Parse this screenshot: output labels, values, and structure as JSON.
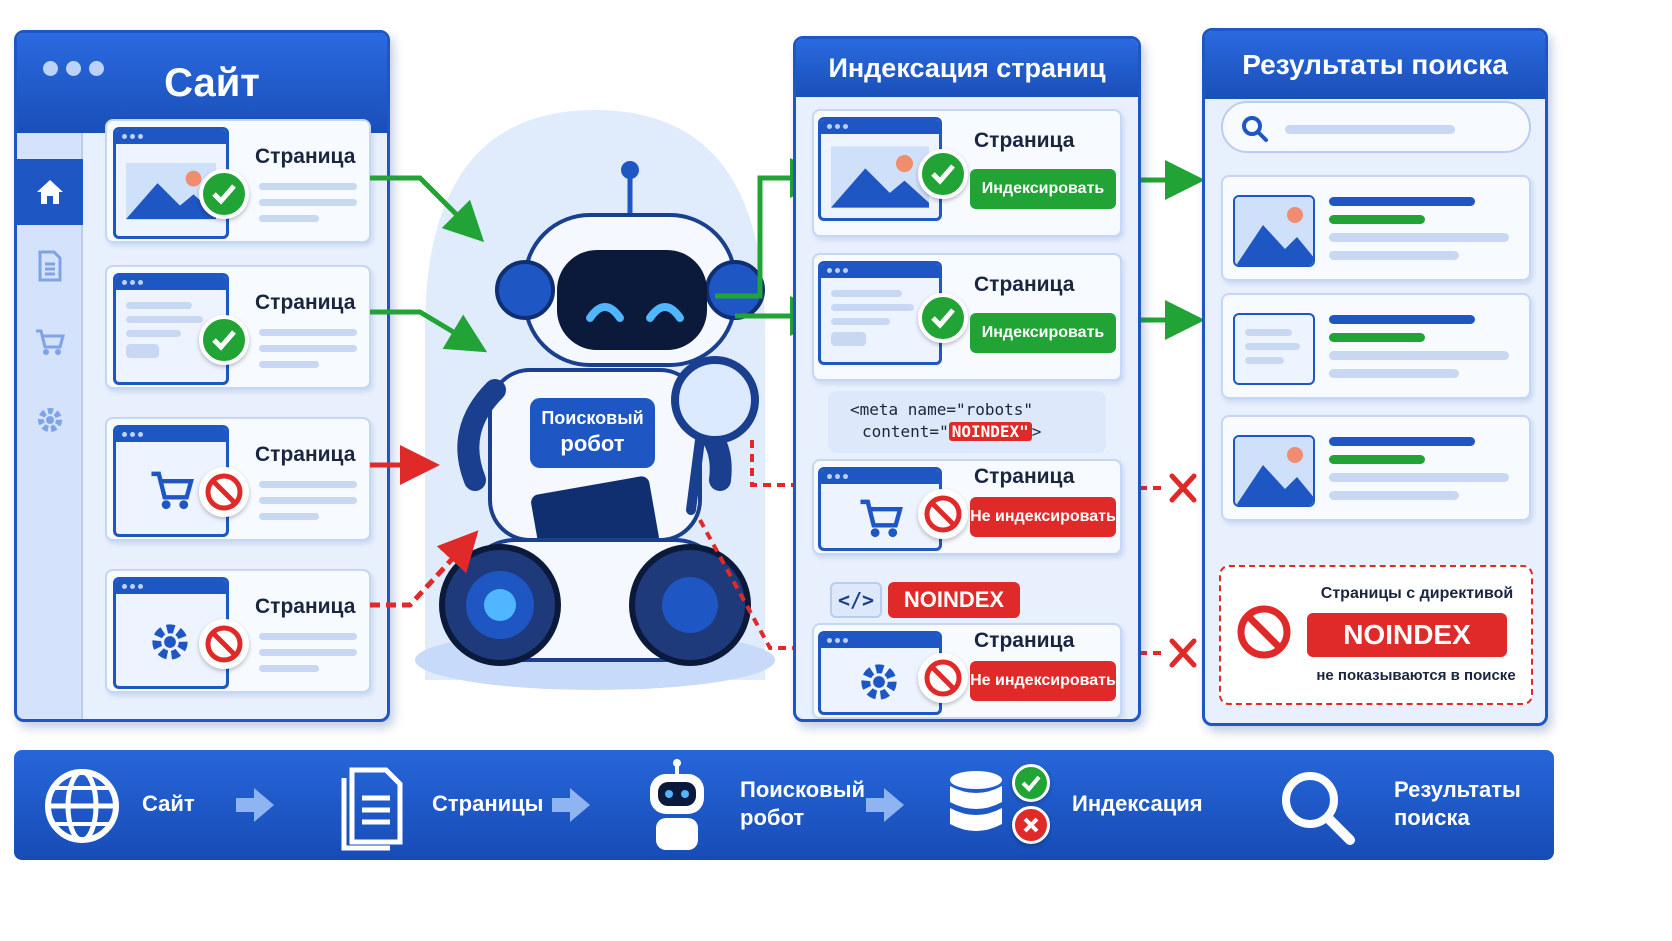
{
  "site_panel": {
    "title": "Сайт",
    "sidebar_icons": [
      "home-icon",
      "document-icon",
      "cart-icon",
      "gear-icon"
    ],
    "pages": [
      {
        "label": "Страница",
        "thumb": "image",
        "status": "allowed"
      },
      {
        "label": "Страница",
        "thumb": "text",
        "status": "allowed"
      },
      {
        "label": "Страница",
        "thumb": "cart",
        "status": "blocked"
      },
      {
        "label": "Страница",
        "thumb": "gear",
        "status": "blocked"
      }
    ]
  },
  "robot": {
    "label_line1": "Поисковый",
    "label_line2": "робот"
  },
  "indexing_panel": {
    "title": "Индексация страниц",
    "items": [
      {
        "label": "Страница",
        "action": "Индексировать",
        "thumb": "image"
      },
      {
        "label": "Страница",
        "action": "Индексировать",
        "thumb": "text"
      },
      {
        "label": "Страница",
        "action": "Не индексировать",
        "thumb": "cart"
      },
      {
        "label": "Страница",
        "action": "Не индексировать",
        "thumb": "gear"
      }
    ],
    "meta_code": {
      "line1": "<meta name=\"robots\"",
      "line2_prefix": "content=\"",
      "line2_value": "NOINDEX\"",
      "line2_suffix": ">"
    },
    "html_tag": "</>",
    "noindex_tag": "NOINDEX"
  },
  "results_panel": {
    "title": "Результаты поиска",
    "notice": {
      "line1": "Страницы с директивой",
      "badge": "NOINDEX",
      "line2": "не показываются в поиске"
    }
  },
  "flow": [
    {
      "label": "Сайт",
      "icon": "globe-icon"
    },
    {
      "label": "Страницы",
      "icon": "pages-icon"
    },
    {
      "label": "Поисковый робот",
      "icon": "robot-icon"
    },
    {
      "label": "Индексация",
      "icon": "database-icon"
    },
    {
      "label": "Результаты поиска",
      "icon": "search-icon"
    }
  ],
  "colors": {
    "primary": "#1e56c4",
    "allowed": "#21a336",
    "blocked": "#e02a2a",
    "panel_bg": "#e8f0fd"
  }
}
